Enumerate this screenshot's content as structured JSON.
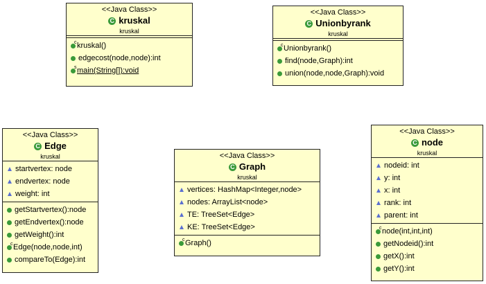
{
  "classes": {
    "kruskal": {
      "stereotype": "<<Java Class>>",
      "name": "kruskal",
      "package": "kruskal",
      "class_icon": "C",
      "methods": [
        {
          "label": "kruskal()",
          "icon": "constructor-icon",
          "icon_mark": "c"
        },
        {
          "label": "edgecost(node,node):int",
          "icon": "method-public-icon"
        },
        {
          "label": "main(String[]):void",
          "icon": "static-method-icon",
          "icon_mark": "s"
        }
      ]
    },
    "unionbyrank": {
      "stereotype": "<<Java Class>>",
      "name": "Unionbyrank",
      "package": "kruskal",
      "class_icon": "C",
      "methods": [
        {
          "label": "Unionbyrank()",
          "icon": "constructor-icon",
          "icon_mark": "c"
        },
        {
          "label": "find(node,Graph):int",
          "icon": "method-public-icon"
        },
        {
          "label": "union(node,node,Graph):void",
          "icon": "method-public-icon"
        }
      ]
    },
    "edge": {
      "stereotype": "<<Java Class>>",
      "name": "Edge",
      "package": "kruskal",
      "class_icon": "C",
      "fields": [
        {
          "label": "startvertex: node",
          "icon": "package-field-icon"
        },
        {
          "label": "endvertex: node",
          "icon": "package-field-icon"
        },
        {
          "label": "weight: int",
          "icon": "package-field-icon"
        }
      ],
      "methods": [
        {
          "label": "getStartvertex():node",
          "icon": "method-public-icon"
        },
        {
          "label": "getEndvertex():node",
          "icon": "method-public-icon"
        },
        {
          "label": "getWeight():int",
          "icon": "method-public-icon"
        },
        {
          "label": "Edge(node,node,int)",
          "icon": "constructor-icon",
          "icon_mark": "c"
        },
        {
          "label": "compareTo(Edge):int",
          "icon": "method-public-icon"
        }
      ]
    },
    "graph": {
      "stereotype": "<<Java Class>>",
      "name": "Graph",
      "package": "kruskal",
      "class_icon": "C",
      "fields": [
        {
          "label": "vertices: HashMap<Integer,node>",
          "icon": "package-field-icon"
        },
        {
          "label": "nodes: ArrayList<node>",
          "icon": "package-field-icon"
        },
        {
          "label": "TE: TreeSet<Edge>",
          "icon": "package-field-icon"
        },
        {
          "label": "KE: TreeSet<Edge>",
          "icon": "package-field-icon"
        }
      ],
      "methods": [
        {
          "label": "Graph()",
          "icon": "constructor-icon",
          "icon_mark": "c"
        }
      ]
    },
    "node": {
      "stereotype": "<<Java Class>>",
      "name": "node",
      "package": "kruskal",
      "class_icon": "C",
      "fields": [
        {
          "label": "nodeid: int",
          "icon": "package-field-icon"
        },
        {
          "label": "y: int",
          "icon": "package-field-icon"
        },
        {
          "label": "x: int",
          "icon": "package-field-icon"
        },
        {
          "label": "rank: int",
          "icon": "package-field-icon"
        },
        {
          "label": "parent: int",
          "icon": "package-field-icon"
        }
      ],
      "methods": [
        {
          "label": "node(int,int,int)",
          "icon": "constructor-icon",
          "icon_mark": "c"
        },
        {
          "label": "getNodeid():int",
          "icon": "method-public-icon"
        },
        {
          "label": "getX():int",
          "icon": "method-public-icon"
        },
        {
          "label": "getY():int",
          "icon": "method-public-icon"
        }
      ]
    }
  }
}
